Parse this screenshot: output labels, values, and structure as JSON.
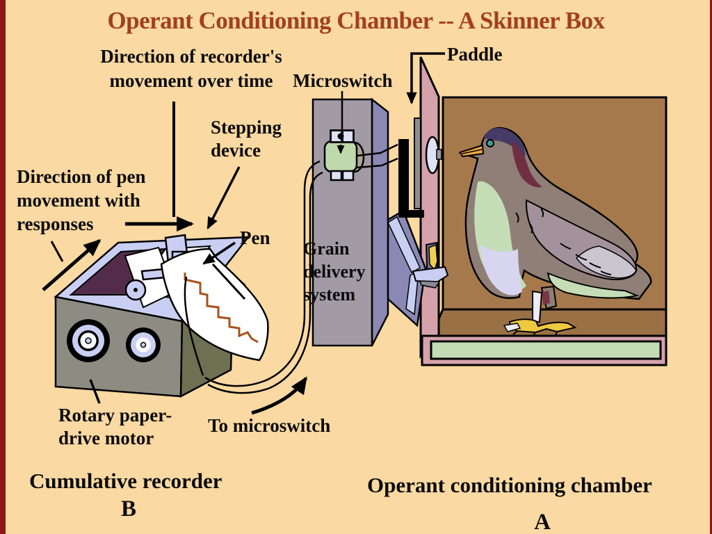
{
  "title": {
    "text": "Operant Conditioning Chamber -- A Skinner Box",
    "color": "#A2401E"
  },
  "colors": {
    "background": "#FBD9A2",
    "side_border": "#8C1613",
    "label_text": "#0b0b0b",
    "panel_face": "#A29AA4",
    "panel_side": "#8B89B3",
    "switch_body_green": "#BFD8AC",
    "chamber_wall_pink": "#D5A2AC",
    "chamber_back_brown": "#A6794D",
    "food_tray_green": "#C3DCB5",
    "recorder_gray": "#8C8C82",
    "recorder_trim_lavender": "#C9CFF2",
    "pen_trace_red": "#A8501E",
    "grain_yellow": "#F2CE50"
  },
  "labels": {
    "recorder_direction": "Direction of recorder's\nmovement over time",
    "microswitch": "Microswitch",
    "paddle": "Paddle",
    "stepping_device": "Stepping\ndevice",
    "pen_direction": "Direction of pen\nmovement with\nresponses",
    "pen": "Pen",
    "grain_delivery": "Grain\ndelivery\nsystem",
    "rotary_motor": "Rotary paper-\ndrive motor",
    "to_microswitch": "To microswitch",
    "caption_recorder": "Cumulative recorder",
    "caption_recorder_letter": "B",
    "caption_chamber": "Operant conditioning chamber",
    "caption_chamber_letter": "A"
  }
}
